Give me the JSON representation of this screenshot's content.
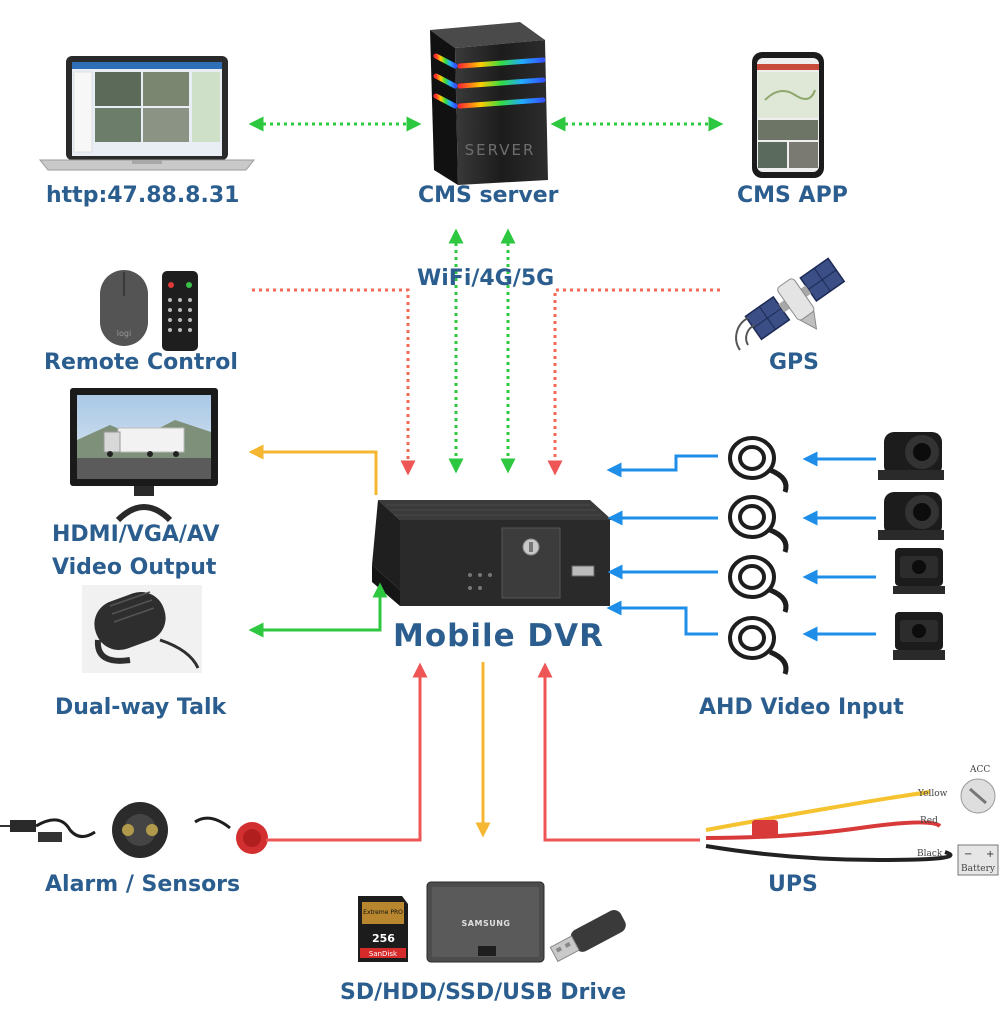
{
  "diagram": {
    "center": "Mobile DVR",
    "nodes": {
      "web_client": "http:47.88.8.31",
      "server": "CMS server",
      "app": "CMS APP",
      "network": "WiFi/4G/5G",
      "remote": "Remote Control",
      "gps": "GPS",
      "video_output": [
        "HDMI/VGA/AV",
        "Video Output"
      ],
      "talk": "Dual-way Talk",
      "camera_input": "AHD Video Input",
      "alarm": "Alarm / Sensors",
      "ups": "UPS",
      "storage": "SD/HDD/SSD/USB Drive"
    },
    "device_text": {
      "server_lettering": "SERVER",
      "sd_brand": "SanDisk",
      "sd_series": "Extreme PRO",
      "sd_capacity": "256",
      "ssd_brand": "SAMSUNG",
      "mouse_brand": "logi",
      "wire_yellow": "Yellow",
      "wire_red": "Red",
      "wire_black": "Black",
      "acc": "ACC",
      "battery": "Battery"
    },
    "colors": {
      "label": "#2b5e8e",
      "network_link": "#2ec840",
      "control_link": "#f06a55",
      "video_in": "#1e8ee8",
      "output": "#f5b731",
      "power_alarm": "#ee5555"
    }
  }
}
